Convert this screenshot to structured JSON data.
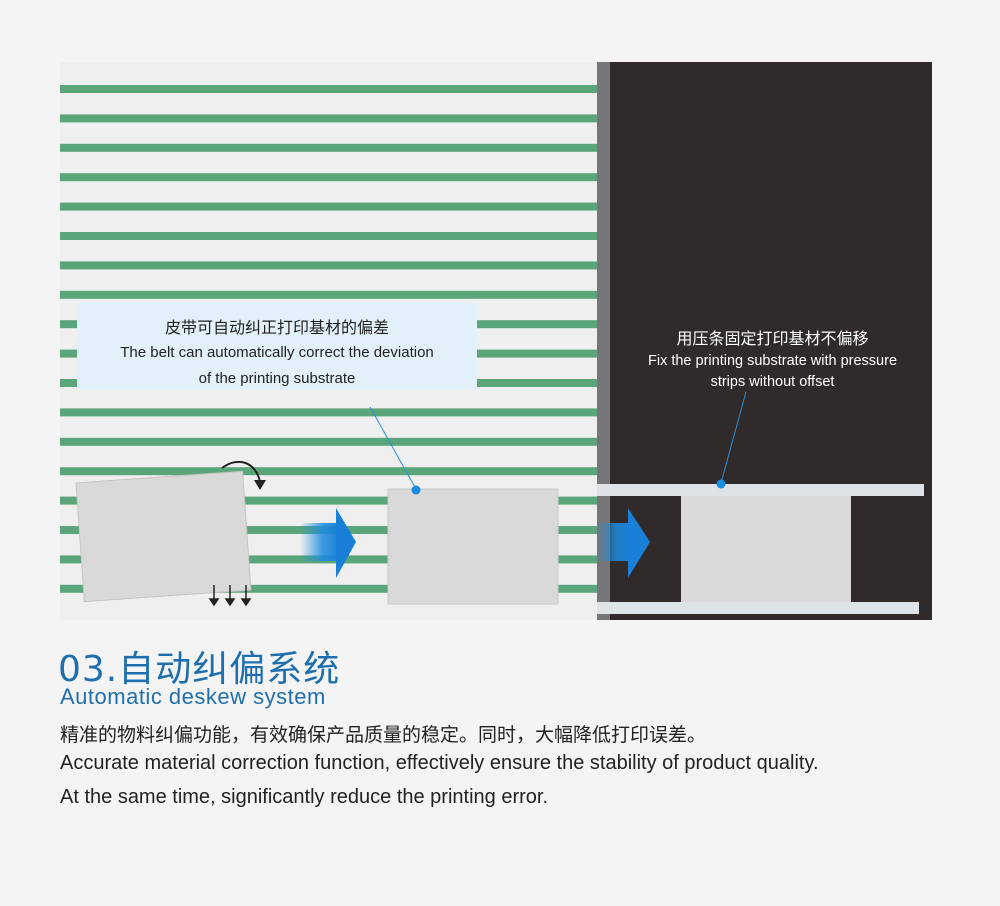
{
  "callouts": {
    "belt": {
      "zh": "皮带可自动纠正打印基材的偏差",
      "en_line1": "The belt can automatically correct the deviation",
      "en_line2": "of the printing substrate"
    },
    "pressure": {
      "zh": "用压条固定打印基材不偏移",
      "en_line1": "Fix the printing substrate with pressure",
      "en_line2": "strips without offset"
    }
  },
  "section": {
    "number_title": "03.自动纠偏系统",
    "title_en": "Automatic deskew system",
    "desc_zh": "精准的物料纠偏功能，有效确保产品质量的稳定。同时，大幅降低打印误差。",
    "desc_en_line1": "Accurate material correction function, effectively ensure the stability of product quality.",
    "desc_en_line2": "At the same time, significantly reduce the printing error."
  },
  "colors": {
    "belt_green": "#5ba57a",
    "dark_panel": "#302b2a",
    "accent_blue": "#1f6fae",
    "callout_bg": "#e2f0fa"
  }
}
